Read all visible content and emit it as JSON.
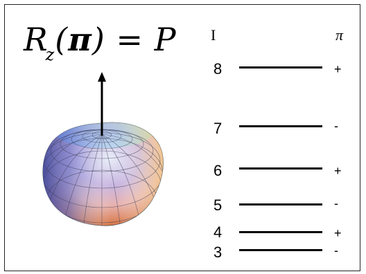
{
  "equation": {
    "lhs": "R",
    "subscript": "z",
    "arg": "π",
    "rhs": "P"
  },
  "headers": {
    "spin": "I",
    "parity": "π"
  },
  "levels": [
    {
      "spin": "8",
      "parity": "+"
    },
    {
      "spin": "7",
      "parity": "-"
    },
    {
      "spin": "6",
      "parity": "+"
    },
    {
      "spin": "5",
      "parity": "-"
    },
    {
      "spin": "4",
      "parity": "+"
    },
    {
      "spin": "3",
      "parity": "-"
    }
  ],
  "colors": {
    "arrow": "#000000",
    "level_line": "#000000"
  }
}
